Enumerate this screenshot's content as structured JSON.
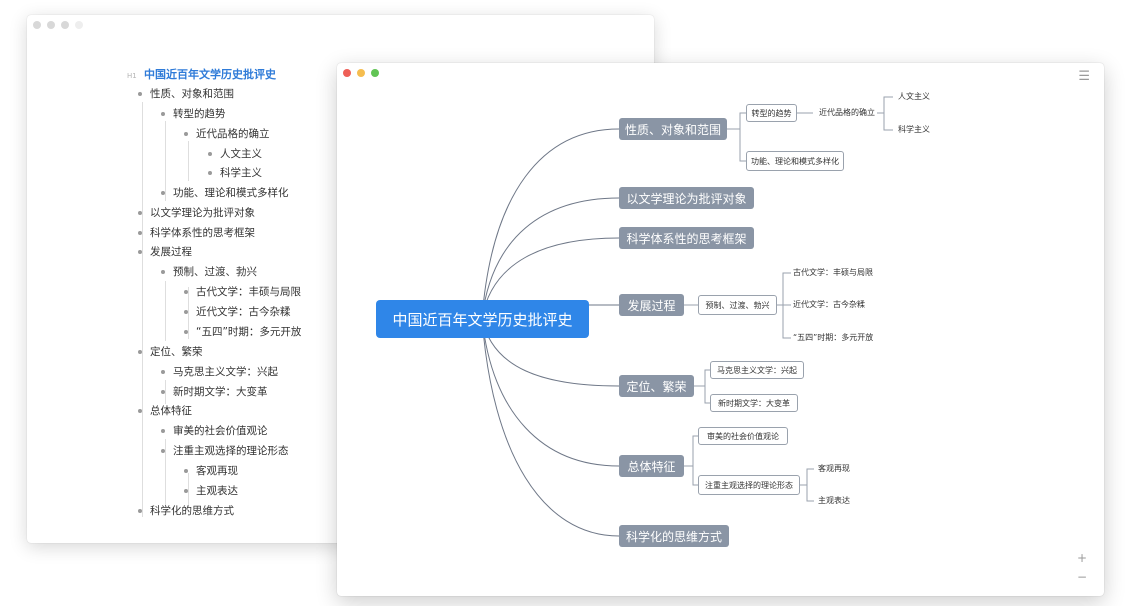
{
  "outline": {
    "heading_tag": "H1",
    "title": "中国近百年文学历史批评史",
    "items": [
      "性质、对象和范围",
      "转型的趋势",
      "近代品格的确立",
      "人文主义",
      "科学主义",
      "功能、理论和模式多样化",
      "以文学理论为批评对象",
      "科学体系性的思考框架",
      "发展过程",
      "预制、过渡、勃兴",
      "古代文学：丰硕与局限",
      "近代文学：古今杂糅",
      "“五四”时期：多元开放",
      "定位、繁荣",
      "马克思主义文学：兴起",
      "新时期文学：大变革",
      "总体特征",
      "审美的社会价值观论",
      "注重主观选择的理论形态",
      "客观再现",
      "主观表达",
      "科学化的思维方式"
    ]
  },
  "mindmap": {
    "root": "中国近百年文学历史批评史",
    "branches": [
      "性质、对象和范围",
      "以文学理论为批评对象",
      "科学体系性的思考框架",
      "发展过程",
      "定位、繁荣",
      "总体特征",
      "科学化的思维方式"
    ],
    "sub": {
      "trend": "转型的趋势",
      "modern": "近代品格的确立",
      "humanism": "人文主义",
      "science": "科学主义",
      "func": "功能、理论和模式多样化",
      "prep": "预制、过渡、勃兴",
      "ancient": "古代文学：丰硕与局限",
      "near": "近代文学：古今杂糅",
      "wusi": "“五四”时期：多元开放",
      "marx": "马克思主义文学：兴起",
      "newera": "新时期文学：大变革",
      "aesthetic": "审美的社会价值观论",
      "subjective": "注重主观选择的理论形态",
      "objective": "客观再现",
      "express": "主观表达"
    },
    "controls": {
      "menu": "☰",
      "zoom_in": "+",
      "zoom_out": "−"
    }
  }
}
